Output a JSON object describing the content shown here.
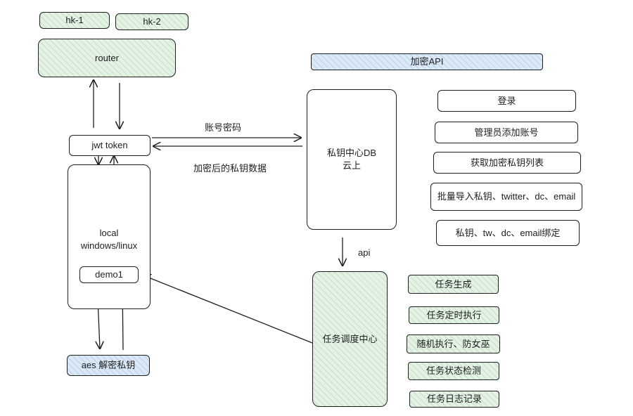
{
  "servers": {
    "hk1": "hk-1",
    "hk2": "hk-2"
  },
  "router": "router",
  "jwt_token": "jwt token",
  "local_box": "local\nwindows/linux",
  "demo1": "demo1",
  "aes_decrypt": "aes 解密私钥",
  "edge_labels": {
    "account_password": "账号密码",
    "encrypted_keys": "加密后的私钥数据",
    "api": "api"
  },
  "key_center": "私钥中心DB\n云上",
  "encrypt_api_header": "加密API",
  "api_items": [
    "登录",
    "管理员添加账号",
    "获取加密私钥列表",
    "批量导入私钥、twitter、dc、email",
    "私钥、tw、dc、email绑定"
  ],
  "scheduler": "任务调度中心",
  "task_items": [
    "任务生成",
    "任务定时执行",
    "随机执行、防女巫",
    "任务状态检测",
    "任务日志记录"
  ],
  "colors": {
    "green_fill": "#e3f2e4",
    "blue_fill": "#dbe8f5",
    "stroke": "#1e1e1e"
  }
}
